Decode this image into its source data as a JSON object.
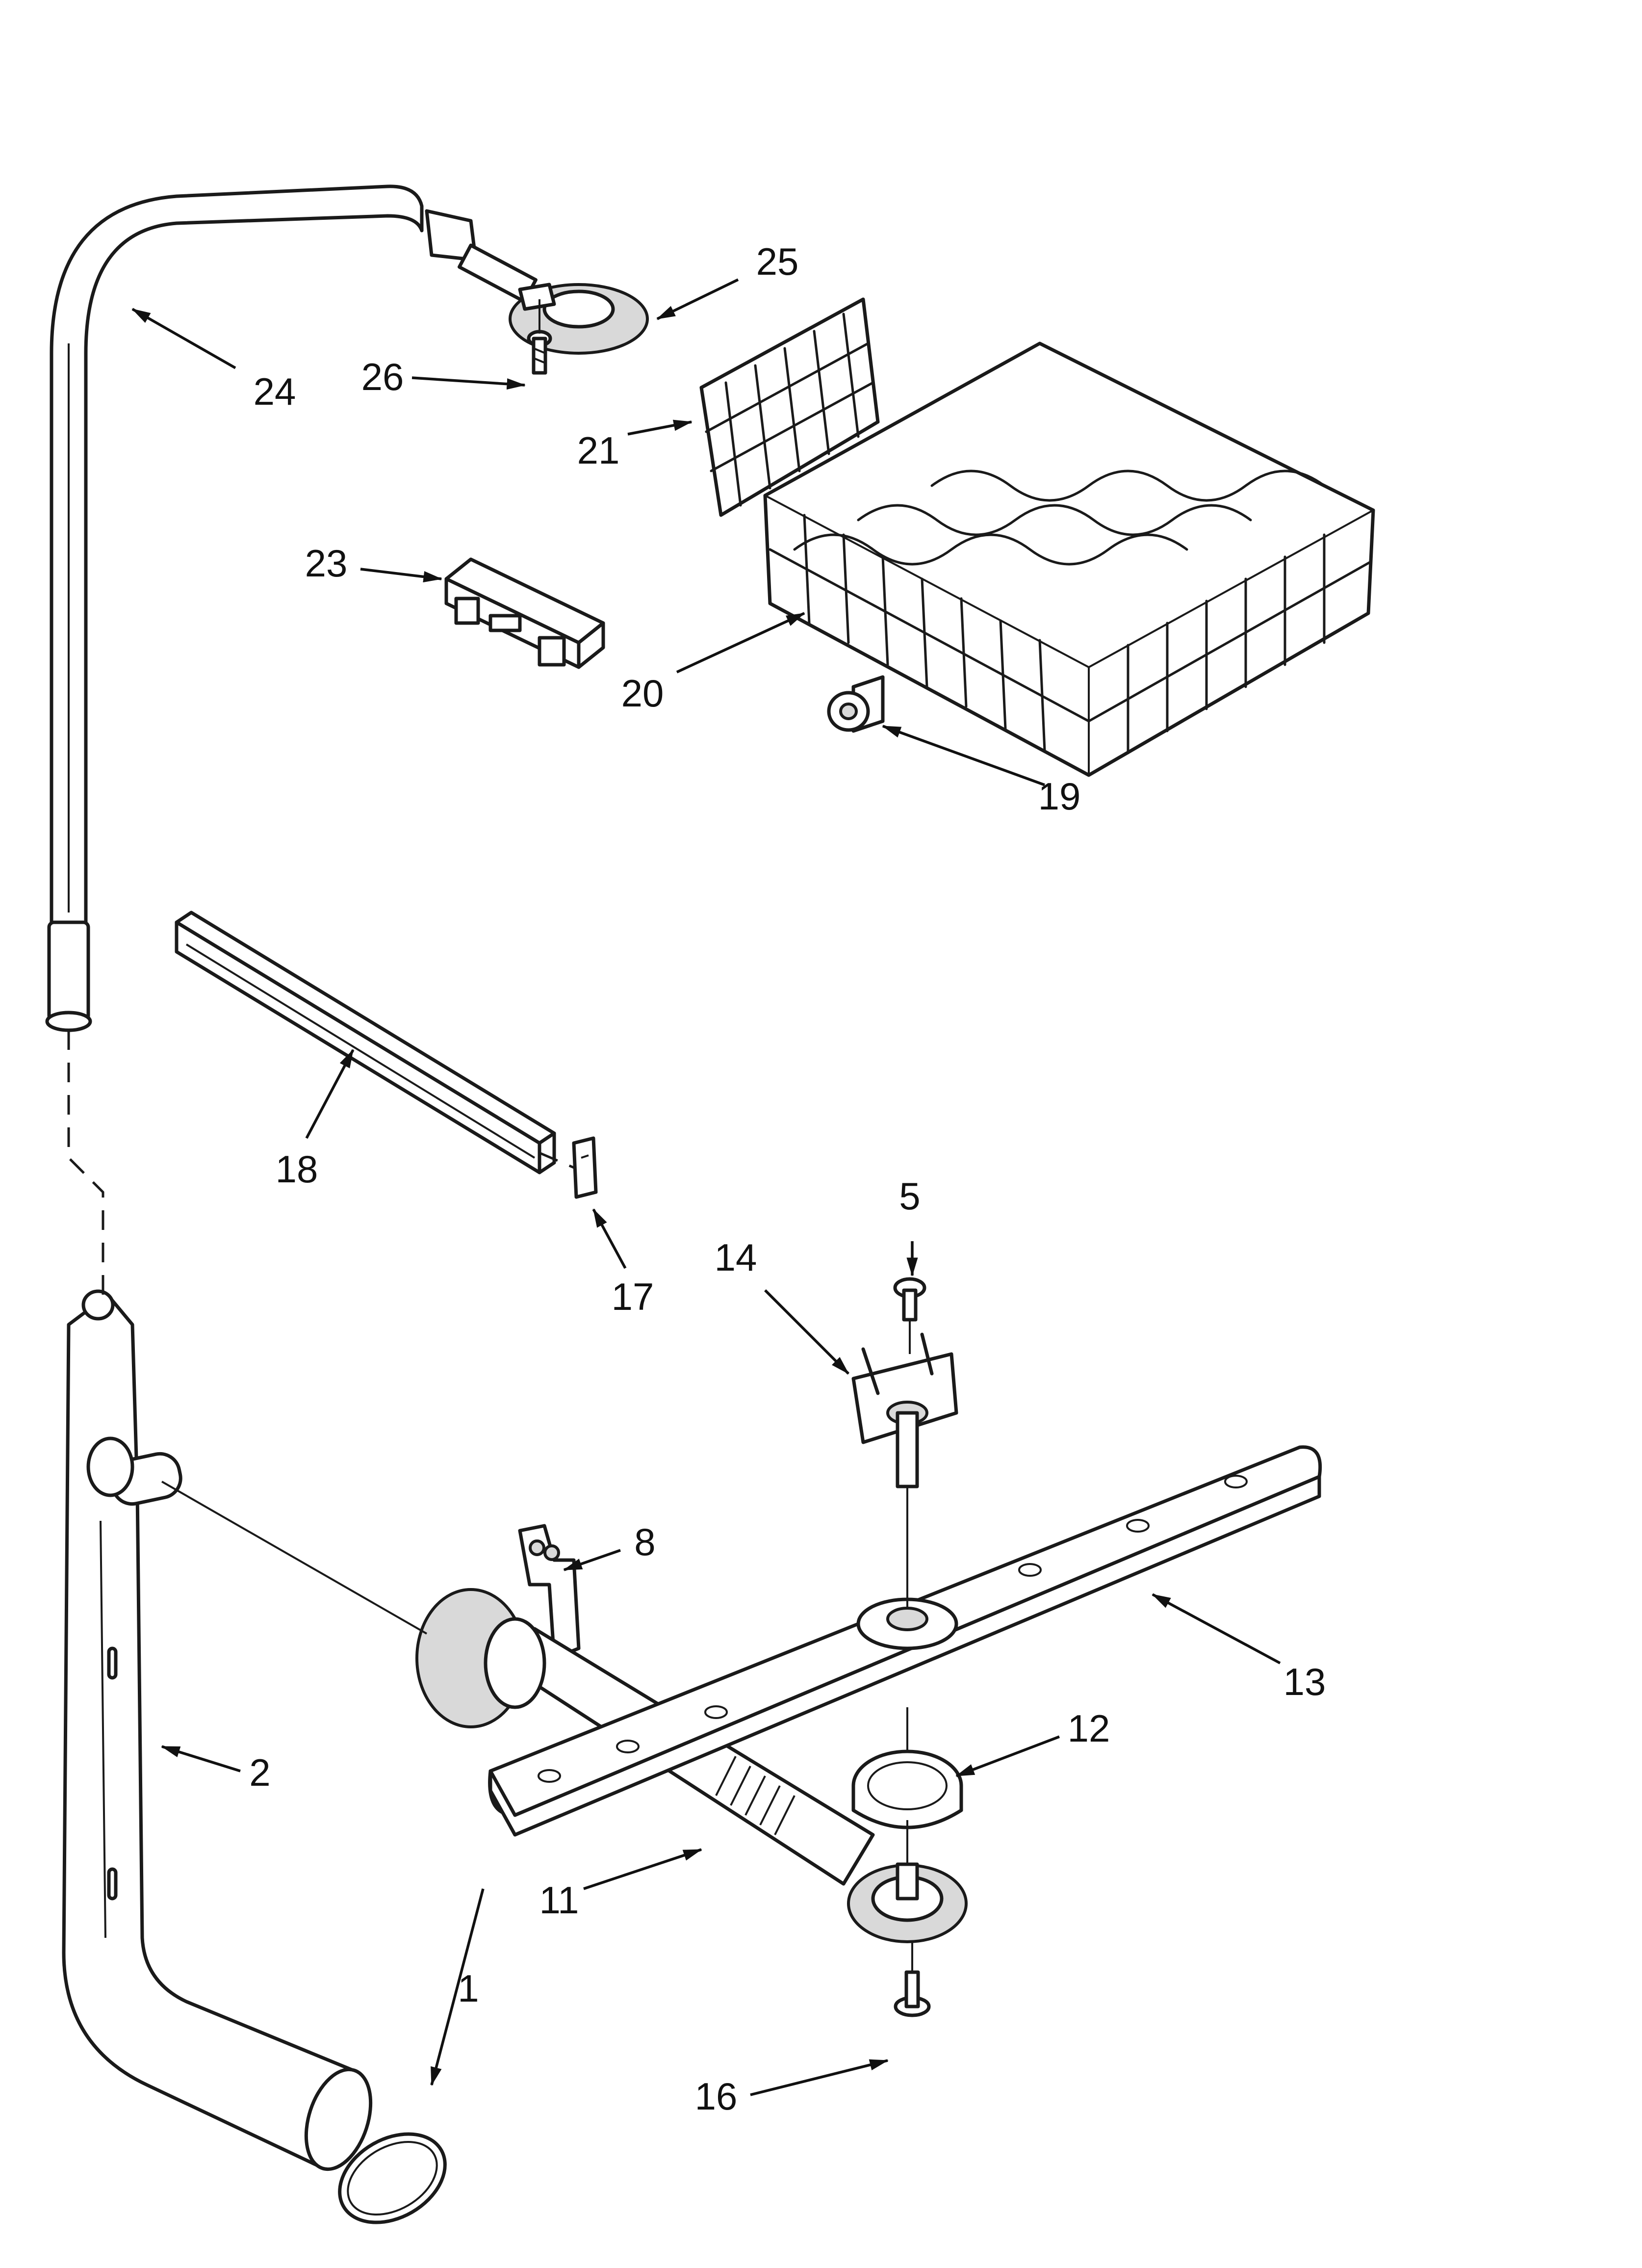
{
  "callouts": [
    {
      "id": "1",
      "label": "1"
    },
    {
      "id": "2",
      "label": "2"
    },
    {
      "id": "5",
      "label": "5"
    },
    {
      "id": "8",
      "label": "8"
    },
    {
      "id": "11",
      "label": "11"
    },
    {
      "id": "12",
      "label": "12"
    },
    {
      "id": "13",
      "label": "13"
    },
    {
      "id": "14",
      "label": "14"
    },
    {
      "id": "16",
      "label": "16"
    },
    {
      "id": "17",
      "label": "17"
    },
    {
      "id": "18",
      "label": "18"
    },
    {
      "id": "19",
      "label": "19"
    },
    {
      "id": "20",
      "label": "20"
    },
    {
      "id": "21",
      "label": "21"
    },
    {
      "id": "23",
      "label": "23"
    },
    {
      "id": "24",
      "label": "24"
    },
    {
      "id": "25",
      "label": "25"
    },
    {
      "id": "26",
      "label": "26"
    }
  ]
}
